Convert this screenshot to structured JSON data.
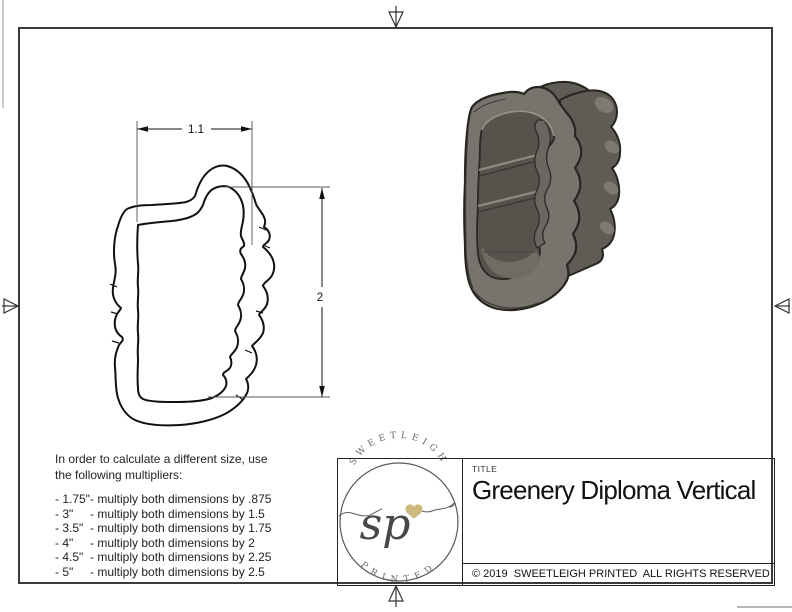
{
  "sheet": {
    "background": "#ffffff",
    "border_color": "#3a3a3a",
    "line_color": "#111111"
  },
  "drawing_2d": {
    "width_label": "1.1",
    "height_label": "2"
  },
  "render_3d": {
    "body_color": "#78746d",
    "cavity_color": "#56534d",
    "floor_color": "#716c63",
    "highlight_color": "#949087",
    "outline_color": "#26251f"
  },
  "instructions": {
    "intro": [
      "In order to calculate a different size, use",
      "the following multipliers:"
    ],
    "rows": [
      {
        "size": "- 1.75\"",
        "rule": "- multiply both dimensions by .875"
      },
      {
        "size": "- 3\"",
        "rule": "- multiply both dimensions by 1.5"
      },
      {
        "size": "- 3.5\"",
        "rule": "- multiply both dimensions by 1.75"
      },
      {
        "size": "- 4\"",
        "rule": "- multiply both dimensions by 2"
      },
      {
        "size": "- 4.5\"",
        "rule": "- multiply both dimensions by 2.25"
      },
      {
        "size": "- 5\"",
        "rule": "- multiply both dimensions by 2.5"
      }
    ]
  },
  "title_block": {
    "label": "TITLE",
    "title": "Greenery Diploma Vertical",
    "copyright": "© 2019  SWEETLEIGH PRINTED  ALL RIGHTS RESERVED"
  },
  "logo": {
    "arc_top": "SWEETLEIGH",
    "arc_bottom": "PRINTED",
    "monogram": "sp",
    "accent_color": "#cdb87e"
  }
}
